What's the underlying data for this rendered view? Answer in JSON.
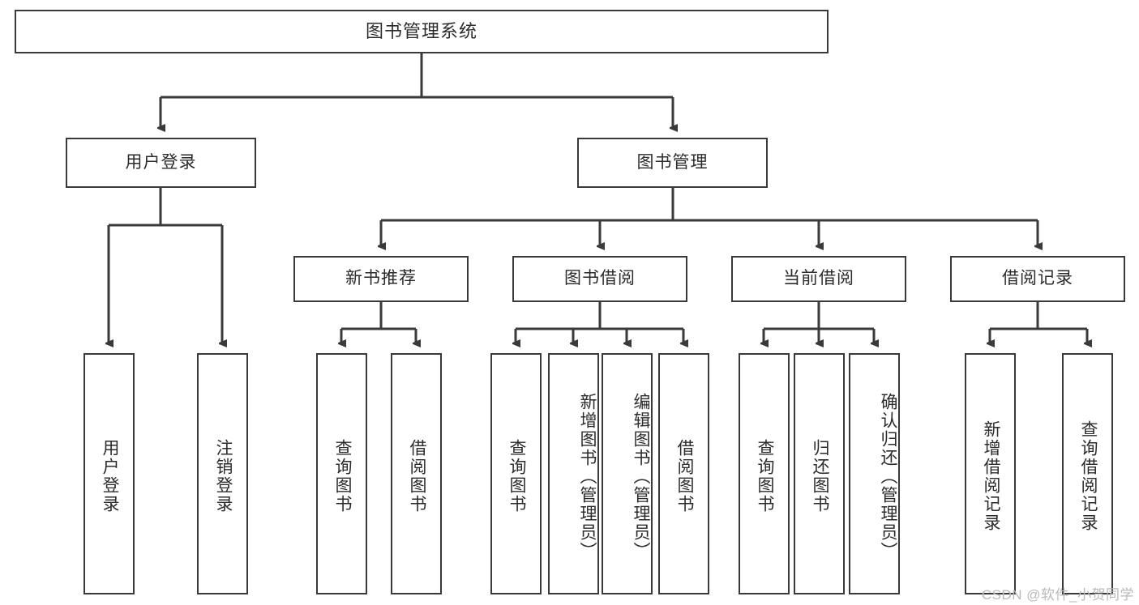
{
  "diagram": {
    "type": "tree-hierarchy",
    "title": "图书管理系统",
    "root": {
      "id": "root",
      "label": "图书管理系统"
    },
    "level2": [
      {
        "id": "user-login",
        "label": "用户登录"
      },
      {
        "id": "book-manage",
        "label": "图书管理"
      }
    ],
    "level3": [
      {
        "id": "new-book-rec",
        "label": "新书推荐",
        "parent": "book-manage"
      },
      {
        "id": "book-borrow",
        "label": "图书借阅",
        "parent": "book-manage"
      },
      {
        "id": "current-borrow",
        "label": "当前借阅",
        "parent": "book-manage"
      },
      {
        "id": "borrow-record",
        "label": "借阅记录",
        "parent": "book-manage"
      }
    ],
    "leaves": {
      "user_login": [
        {
          "id": "leaf-user-login",
          "label": "用户登录"
        },
        {
          "id": "leaf-logout",
          "label": "注销登录"
        }
      ],
      "new_book_rec": [
        {
          "id": "leaf-query-book-1",
          "label": "查询图书"
        },
        {
          "id": "leaf-borrow-book-1",
          "label": "借阅图书"
        }
      ],
      "book_borrow": [
        {
          "id": "leaf-query-book-2",
          "label": "查询图书"
        },
        {
          "id": "leaf-add-book",
          "label": "新增图书（管理员）"
        },
        {
          "id": "leaf-edit-book",
          "label": "编辑图书（管理员）"
        },
        {
          "id": "leaf-borrow-book-2",
          "label": "借阅图书"
        }
      ],
      "current_borrow": [
        {
          "id": "leaf-query-book-3",
          "label": "查询图书"
        },
        {
          "id": "leaf-return-book",
          "label": "归还图书"
        },
        {
          "id": "leaf-confirm-return",
          "label": "确认归还（管理员）"
        }
      ],
      "borrow_record": [
        {
          "id": "leaf-add-record",
          "label": "新增借阅记录"
        },
        {
          "id": "leaf-query-record",
          "label": "查询借阅记录"
        }
      ]
    }
  },
  "watermark": {
    "text": "CSDN @软件_小贺同学"
  },
  "colors": {
    "stroke": "#3a3a3a",
    "text": "#2b2b2b",
    "background": "#ffffff",
    "watermark": "#b9b9b9"
  }
}
